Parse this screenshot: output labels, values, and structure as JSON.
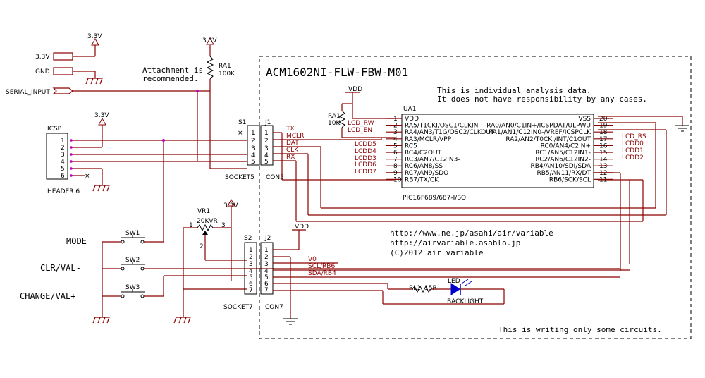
{
  "title": "ACM1602NI-FLW-FBW-M01",
  "notes": {
    "line1": "This is individual analysis data.",
    "line2": "It does not have responsibility by any cases.",
    "footer": "This is writing only some circuits."
  },
  "credits": {
    "url1": "http://www.ne.jp/asahi/air/variable",
    "url2": "http://airvariable.asablo.jp",
    "copyright": "(C)2012 air_variable"
  },
  "attachment_note": {
    "line1": "Attachment is",
    "line2": "recommended."
  },
  "ports": {
    "v33": "3.3V",
    "gnd": "GND",
    "serial": "SERIAL_INPUT"
  },
  "supply": {
    "v33": "3.3V",
    "vdd": "VDD"
  },
  "ra1": {
    "ref": "RA1",
    "value": "100K"
  },
  "ra1_10k": {
    "ref": "RA1",
    "value": "10K"
  },
  "icsp": {
    "ref": "ICSP",
    "footprint": "HEADER 6",
    "pins": [
      "1",
      "2",
      "3",
      "4",
      "5",
      "6"
    ]
  },
  "s1": {
    "ref": "S1",
    "name": "SOCKET5",
    "pins": [
      "1",
      "2",
      "3",
      "4",
      "5"
    ]
  },
  "j1": {
    "ref": "J1",
    "name": "CON5",
    "pins": [
      "1",
      "2",
      "3",
      "4",
      "5"
    ]
  },
  "s1_signals": [
    "TX",
    "MCLR",
    "DAT",
    "CLK",
    "RX"
  ],
  "mcu": {
    "ref": "UA1",
    "part": "PIC16F689/687-I/SO",
    "left_pins": [
      {
        "num": "1",
        "name": "VDD"
      },
      {
        "num": "2",
        "name": "RA5/T1CKI/OSC1/CLKIN"
      },
      {
        "num": "3",
        "name": "RA4/AN3/T1G/OSC2/CLKOUT"
      },
      {
        "num": "4",
        "name": "RA3/MCLR/VPP"
      },
      {
        "num": "5",
        "name": "RC5"
      },
      {
        "num": "6",
        "name": "RC4/C2OUT"
      },
      {
        "num": "7",
        "name": "RC3/AN7/C12IN3-"
      },
      {
        "num": "8",
        "name": "RC6/AN8/SS"
      },
      {
        "num": "9",
        "name": "RC7/AN9/SDO"
      },
      {
        "num": "10",
        "name": "RB7/TX/CK"
      }
    ],
    "right_pins": [
      {
        "num": "20",
        "name": "VSS"
      },
      {
        "num": "19",
        "name": "RA0/AN0/C1IN+/ICSPDAT/ULPWU"
      },
      {
        "num": "18",
        "name": "RA1/AN1/C12IN0-/VREF/ICSPCLK"
      },
      {
        "num": "17",
        "name": "RA2/AN2/T0CKI/INT/C1OUT"
      },
      {
        "num": "16",
        "name": "RC0/AN4/C2IN+"
      },
      {
        "num": "15",
        "name": "RC1/AN5/C12IN1-"
      },
      {
        "num": "14",
        "name": "RC2/AN6/C12IN2-"
      },
      {
        "num": "13",
        "name": "RB4/AN10/SDI/SDA"
      },
      {
        "num": "12",
        "name": "RB5/AN11/RX/DT"
      },
      {
        "num": "11",
        "name": "RB6/SCK/SCL"
      }
    ],
    "left_nets": [
      "LCD_RW",
      "LCD_EN",
      "LCDD5",
      "LCDD4",
      "LCDD3",
      "LCDD6",
      "LCDD7"
    ],
    "right_nets": [
      "LCD_RS",
      "LCDD0",
      "LCDD1",
      "LCDD2"
    ]
  },
  "vr1": {
    "ref": "VR1",
    "value": "20KVR",
    "pins": [
      "1",
      "2",
      "3"
    ]
  },
  "switches": [
    {
      "ref": "SW1",
      "label": "MODE"
    },
    {
      "ref": "SW2",
      "label": "CLR/VAL-"
    },
    {
      "ref": "SW3",
      "label": "CHANGE/VAL+"
    }
  ],
  "s2": {
    "ref": "S2",
    "name": "SOCKET7",
    "pins": [
      "1",
      "2",
      "3",
      "4",
      "5",
      "6",
      "7"
    ]
  },
  "j2": {
    "ref": "J2",
    "name": "CON7",
    "pins": [
      "1",
      "2",
      "3",
      "4",
      "5",
      "6",
      "7"
    ]
  },
  "s2_signals": [
    "V0",
    "SCL/RB6",
    "SDA/RB4"
  ],
  "resistor": {
    "ref": "RL1",
    "value": "15R"
  },
  "led": {
    "ref": "LED",
    "name": "BACKLIGHT"
  }
}
